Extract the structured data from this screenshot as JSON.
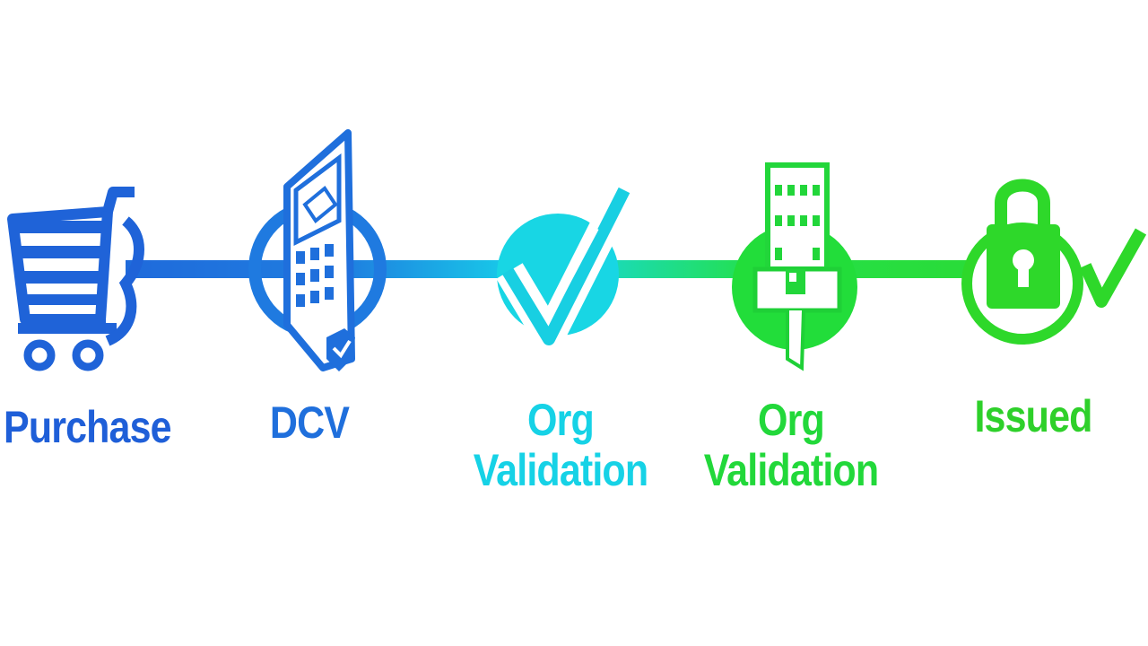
{
  "steps": [
    {
      "label_lines": [
        "Purchase"
      ],
      "icon": "shopping-cart-icon",
      "color": "#1f63d8"
    },
    {
      "label_lines": [
        "DCV"
      ],
      "icon": "building-shield-icon",
      "color": "#1f78e0"
    },
    {
      "label_lines": [
        "Org",
        "Validation"
      ],
      "icon": "checkmark-circle-icon",
      "color": "#18d6e8"
    },
    {
      "label_lines": [
        "Org",
        "Validation"
      ],
      "icon": "office-building-icon",
      "color": "#22dd3a"
    },
    {
      "label_lines": [
        "Issued"
      ],
      "icon": "padlock-check-icon",
      "color": "#2bd12b"
    }
  ],
  "colors": {
    "start": "#1f5fd8",
    "middle": "#16d8ea",
    "end": "#2ed82a"
  }
}
